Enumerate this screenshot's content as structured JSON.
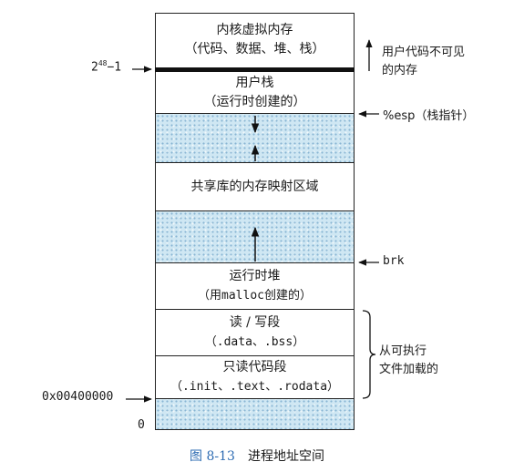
{
  "segments": {
    "kernel": {
      "line1": "内核虚拟内存",
      "line2": "（代码、数据、堆、栈）"
    },
    "user_stack": {
      "line1": "用户栈",
      "line2": "（运行时创建的）"
    },
    "shared": {
      "line1": "共享库的内存映射区域"
    },
    "heap": {
      "line1": "运行时堆",
      "line2": "（用malloc创建的）"
    },
    "rw": {
      "line1": "读 / 写段",
      "line2": "（.data、.bss）"
    },
    "ro": {
      "line1": "只读代码段",
      "line2": "（.init、.text、.rodata）"
    }
  },
  "left_labels": {
    "top_addr_base": "2",
    "top_addr_exp": "48",
    "top_addr_tail": "−1",
    "start_addr": "0x00400000",
    "zero": "0"
  },
  "right_labels": {
    "invisible_line1": "用户代码不可见",
    "invisible_line2": "的内存",
    "esp": "%esp（栈指针）",
    "brk": "brk",
    "loaded_line1": "从可执行",
    "loaded_line2": "文件加载的"
  },
  "caption": {
    "figure": "图 8-13",
    "title": "进程地址空间"
  }
}
